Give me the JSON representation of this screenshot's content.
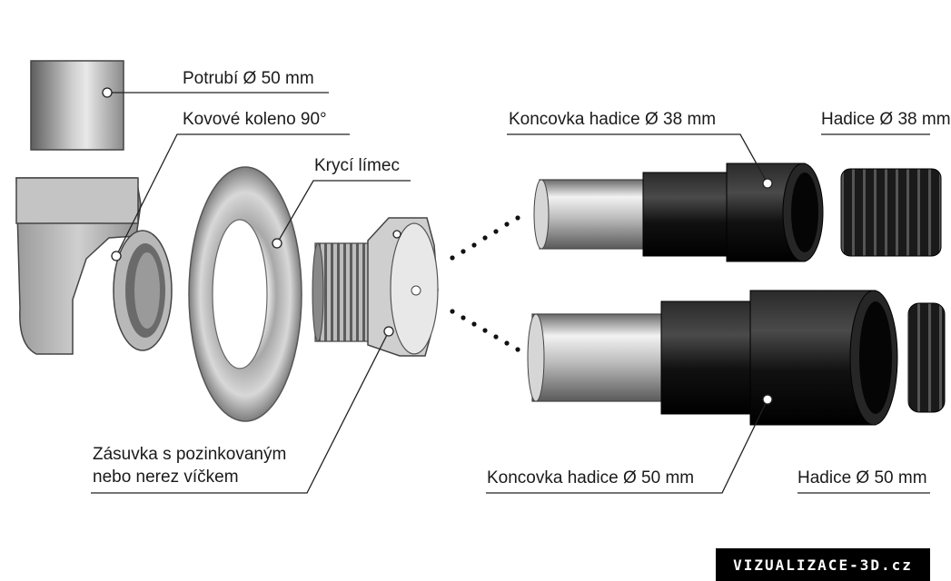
{
  "labels": {
    "potrubi": "Potrubí Ø 50 mm",
    "koleno": "Kovové koleno 90°",
    "limec": "Krycí límec",
    "zasuvka_line1": "Zásuvka s pozinkovaným",
    "zasuvka_line2": "nebo nerez víčkem",
    "koncovka38": "Koncovka hadice Ø 38 mm",
    "hadice38": "Hadice Ø 38 mm",
    "koncovka50": "Koncovka hadice Ø 50 mm",
    "hadice50": "Hadice Ø 50 mm"
  },
  "brand": "VIZUALIZACE-3D.cz",
  "colors": {
    "metal_dark": "#6d6d6d",
    "metal_light": "#e6e6e6",
    "rubber": "#141414",
    "leader": "#222222"
  }
}
